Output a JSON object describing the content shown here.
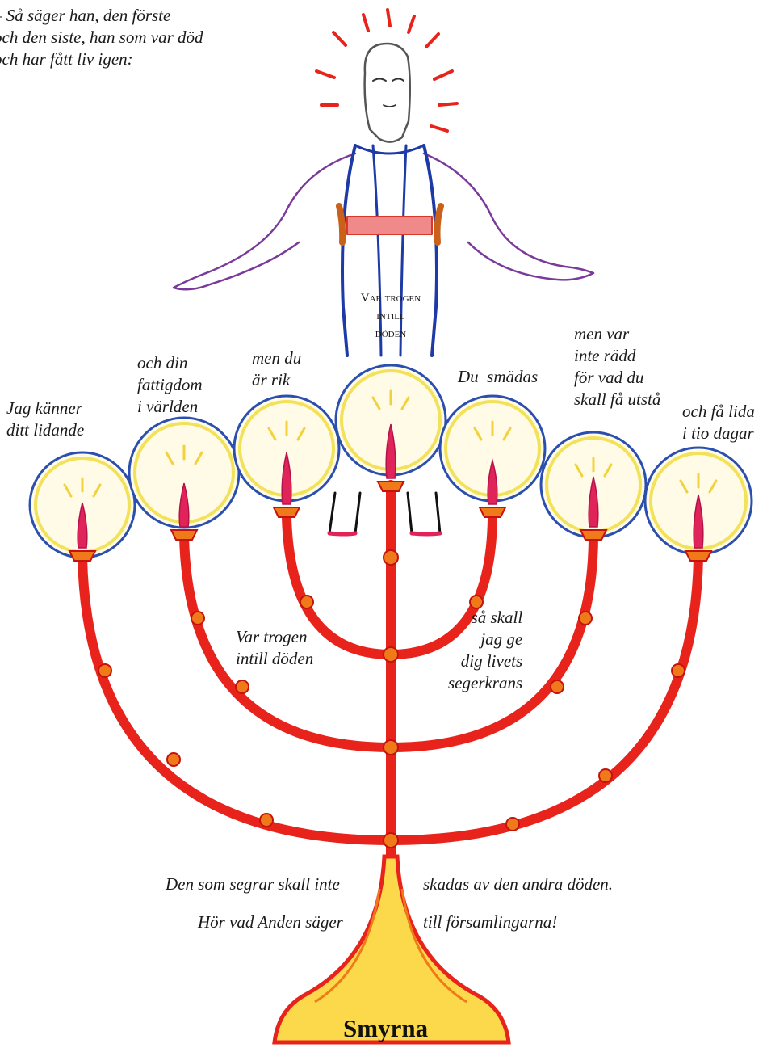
{
  "top_quote": "– Så säger han, den förste\noch den siste, han som var död\noch har fått liv igen:",
  "figure_label": "Var trogen\nintill\ndöden",
  "lamp_texts": [
    "Jag känner\nditt lidande",
    "och din\nfattigdom\ni världen",
    "men du\när rik",
    "Du  smädas",
    "men var\ninte rädd\nför vad du\nskall få utstå",
    "och få lida\ni tio dagar"
  ],
  "branch_left_text": "Var trogen\nintill döden",
  "branch_right_text": "så skall\njag ge\ndig livets\nsegerkrans",
  "bottom_left_1": "Den som segrar skall inte",
  "bottom_right_1": "skadas av den andra döden.",
  "bottom_left_2": "Hör vad Anden säger",
  "bottom_right_2": "till församlingarna!",
  "base_title": "Smyrna",
  "colors": {
    "lampstand": "#e8231c",
    "flame": "#e0245a",
    "halo": "#f2e15a",
    "halo_outline": "#2a4fb0",
    "robe": "#1e3aa6",
    "sash": "#d9372a"
  }
}
